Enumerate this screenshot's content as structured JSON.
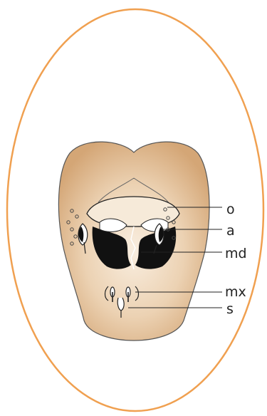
{
  "labels": [
    {
      "id": "o",
      "text": "o"
    },
    {
      "id": "a",
      "text": "a"
    },
    {
      "id": "md",
      "text": "md"
    },
    {
      "id": "mx",
      "text": "mx"
    },
    {
      "id": "s",
      "text": "s"
    }
  ],
  "colors": {
    "border": "#f0a050",
    "head_light": "#f7e8d6",
    "head_dark": "#d9ae7e",
    "outline": "#222222",
    "jaw": "#111111"
  }
}
